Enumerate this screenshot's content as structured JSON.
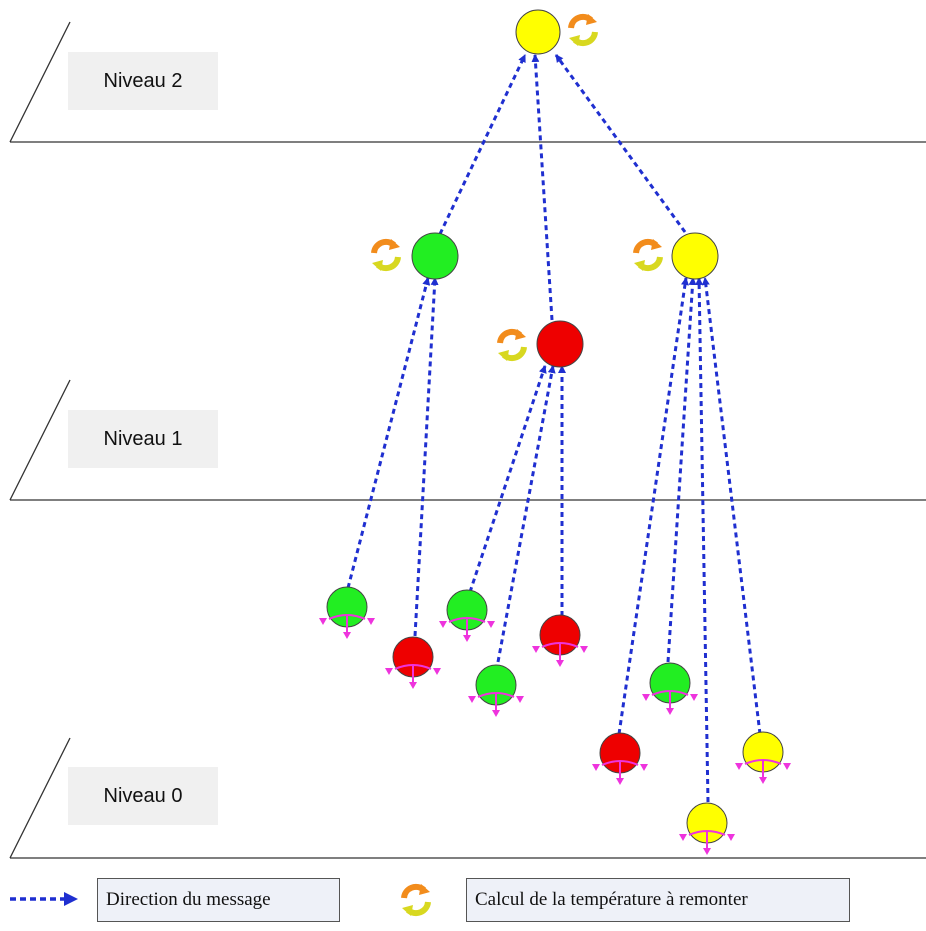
{
  "levels": [
    {
      "label": "Niveau 2"
    },
    {
      "label": "Niveau 1"
    },
    {
      "label": "Niveau 0"
    }
  ],
  "legend": {
    "arrow_label": "Direction du message",
    "compute_label": "Calcul de la température à remonter"
  },
  "colors": {
    "arrow": "#1f2fd0",
    "green": "#22ee22",
    "red": "#ee0000",
    "yellow": "#ffff00",
    "sensor_arrow": "#ee33dd",
    "line": "#333333"
  },
  "nodes": [
    {
      "id": "root",
      "level": 2,
      "color": "yellow",
      "compute_icon": true
    },
    {
      "id": "n1-green",
      "level": 1,
      "color": "green",
      "compute_icon": true
    },
    {
      "id": "n1-red",
      "level": 1,
      "color": "red",
      "compute_icon": true
    },
    {
      "id": "n1-yellow",
      "level": 1,
      "color": "yellow",
      "compute_icon": true
    },
    {
      "id": "s-green-1",
      "level": 0,
      "color": "green",
      "parent": "n1-green"
    },
    {
      "id": "s-red-1",
      "level": 0,
      "color": "red",
      "parent": "n1-green"
    },
    {
      "id": "s-green-2",
      "level": 0,
      "color": "green",
      "parent": "n1-red"
    },
    {
      "id": "s-green-3",
      "level": 0,
      "color": "green",
      "parent": "n1-red"
    },
    {
      "id": "s-red-2",
      "level": 0,
      "color": "red",
      "parent": "n1-red"
    },
    {
      "id": "s-red-3",
      "level": 0,
      "color": "red",
      "parent": "n1-yellow"
    },
    {
      "id": "s-green-4",
      "level": 0,
      "color": "green",
      "parent": "n1-yellow"
    },
    {
      "id": "s-yellow-1",
      "level": 0,
      "color": "yellow",
      "parent": "n1-yellow"
    },
    {
      "id": "s-yellow-2",
      "level": 0,
      "color": "yellow",
      "parent": "n1-yellow"
    }
  ]
}
